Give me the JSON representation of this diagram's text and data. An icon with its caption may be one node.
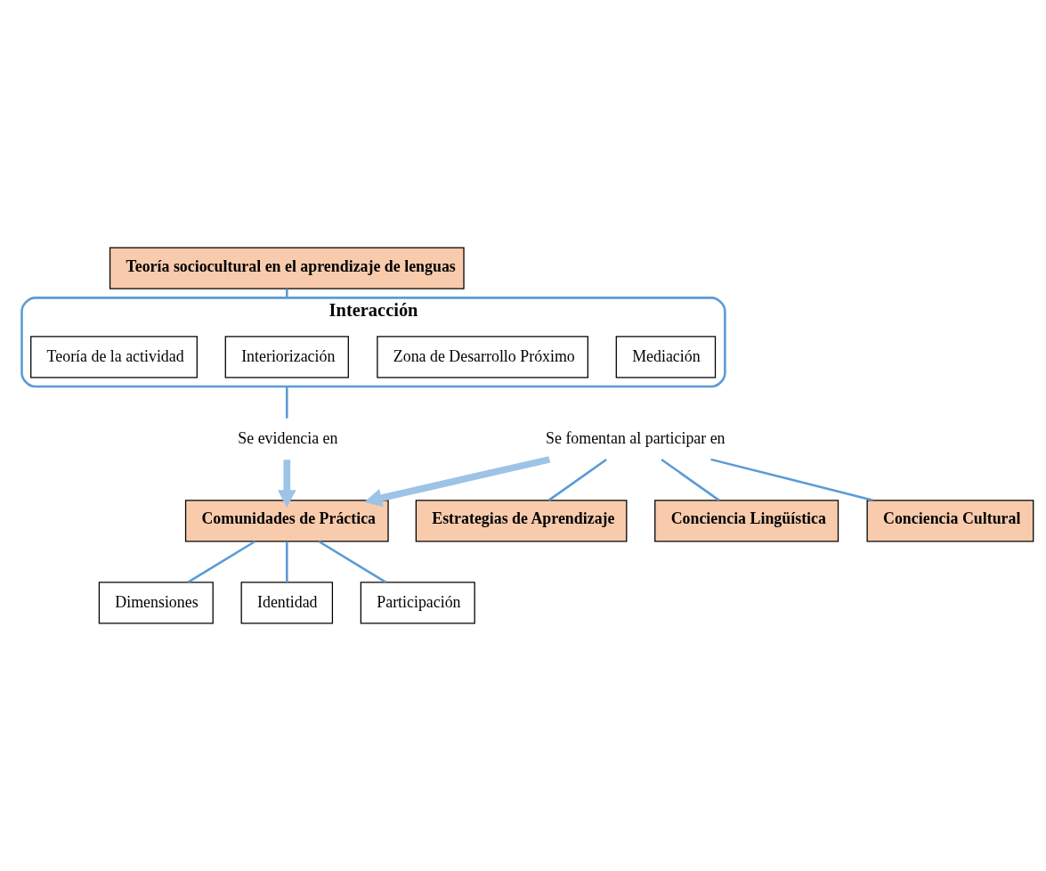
{
  "diagram": {
    "nodes": [
      {
        "text": [
          "Teoría sociocultural en el aprendizaje de lenguas"
        ]
      },
      {
        "text": [
          "Interacción"
        ]
      },
      {
        "text": [
          "Mediación"
        ],
        "in": 1
      },
      {
        "text": [
          "Zona de Desarrollo Próximo"
        ],
        "in": 1
      },
      {
        "text": [
          "Interiorización"
        ],
        "in": 1
      },
      {
        "text": [
          "Teoría de la actividad"
        ],
        "in": 1
      },
      {
        "text": [
          "Se evidencia en"
        ]
      },
      {
        "text": [
          "Comunidades de Práctica"
        ]
      },
      {
        "text": [
          "Dimensiones"
        ]
      },
      {
        "text": [
          "Identidad"
        ]
      },
      {
        "text": [
          "Participación"
        ]
      },
      {
        "text": [
          "Se fomentan al participar en"
        ]
      },
      {
        "text": [
          "Estrategias de Aprendizaje"
        ]
      },
      {
        "text": [
          "Conciencia Lingüística"
        ]
      },
      {
        "text": [
          "Conciencia Cultural"
        ]
      }
    ],
    "edges": [
      {
        "from": 0,
        "to": 1,
        "arrow": "none"
      },
      {
        "from": 1,
        "to": 6,
        "arrow": "none"
      },
      {
        "from": 6,
        "to": 7,
        "arrow": "to",
        "style": "thick",
        "color": "#9dc3e6"
      },
      {
        "from": 7,
        "to": 8,
        "arrow": "none"
      },
      {
        "from": 7,
        "to": 9,
        "arrow": "none"
      },
      {
        "from": 7,
        "to": 10,
        "arrow": "none"
      },
      {
        "from": 11,
        "to": 7,
        "arrow": "to",
        "style": "thick",
        "color": "#9dc3e6"
      },
      {
        "from": 11,
        "to": 12,
        "arrow": "none"
      },
      {
        "from": 11,
        "to": 13,
        "arrow": "none"
      },
      {
        "from": 11,
        "to": 14,
        "arrow": "none"
      }
    ]
  }
}
